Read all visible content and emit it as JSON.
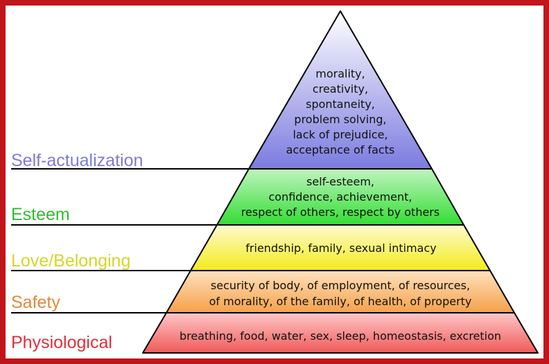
{
  "levels": [
    {
      "label": "Self-actualization",
      "label_color": "#7b7bd6",
      "fill_top": "#ffffff",
      "fill_bottom": "#7b7be0",
      "lines": [
        "morality,",
        "creativity,",
        "spontaneity,",
        "problem solving,",
        "lack of prejudice,",
        "acceptance of facts"
      ]
    },
    {
      "label": "Esteem",
      "label_color": "#2fbd2f",
      "fill_top": "#bff5bf",
      "fill_bottom": "#33dd33",
      "lines": [
        "self-esteem,",
        "confidence, achievement,",
        "respect of others, respect by others"
      ]
    },
    {
      "label": "Love/Belonging",
      "label_color": "#d8d42a",
      "fill_top": "#fffad0",
      "fill_bottom": "#f2ec1a",
      "lines": [
        "friendship, family, sexual intimacy"
      ]
    },
    {
      "label": "Safety",
      "label_color": "#e0893a",
      "fill_top": "#ffe1bf",
      "fill_bottom": "#f5a148",
      "lines": [
        "security of body, of employment, of resources,",
        "of morality, of the family, of health, of property"
      ]
    },
    {
      "label": "Physiological",
      "label_color": "#e0303a",
      "fill_top": "#ffc7c7",
      "fill_bottom": "#ef5a5a",
      "lines": [
        "breathing, food, water, sex, sleep, homeostasis, excretion"
      ]
    }
  ]
}
